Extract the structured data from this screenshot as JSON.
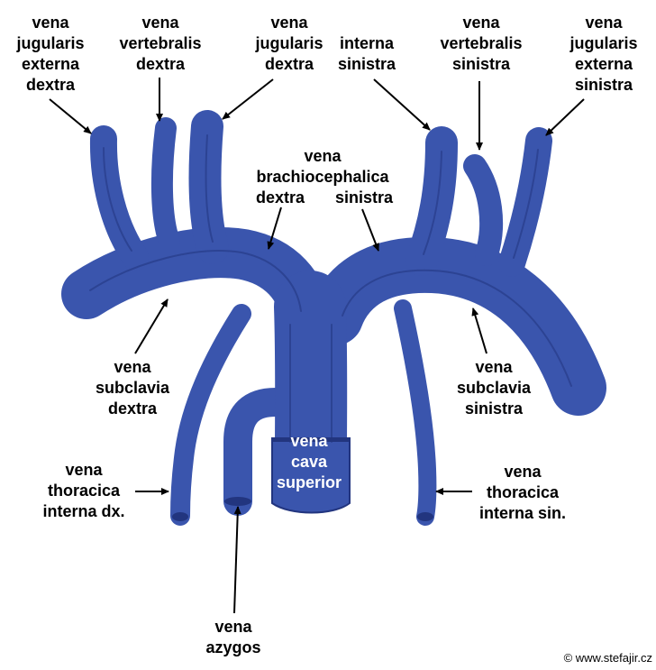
{
  "colors": {
    "vessel": "#3a55ad",
    "vessel_dark": "#22357f",
    "vessel_light": "#5570c4",
    "text": "#000000",
    "text_on_vessel": "#ffffff",
    "background": "#ffffff"
  },
  "labels": {
    "jug_ext_dx": [
      "vena",
      "jugularis",
      "externa",
      "dextra"
    ],
    "vert_dx": [
      "vena",
      "vertebralis",
      "dextra"
    ],
    "jug_int_dx": [
      "vena",
      "jugularis",
      "dextra"
    ],
    "jug_int_sin": [
      "interna",
      "sinistra"
    ],
    "vert_sin": [
      "vena",
      "vertebralis",
      "sinistra"
    ],
    "jug_ext_sin": [
      "vena",
      "jugularis",
      "externa",
      "sinistra"
    ],
    "brachio_top": [
      "vena",
      "brachiocephalica"
    ],
    "brachio_dx": "dextra",
    "brachio_sin": "sinistra",
    "subclavia_dx": [
      "vena",
      "subclavia",
      "dextra"
    ],
    "subclavia_sin": [
      "vena",
      "subclavia",
      "sinistra"
    ],
    "cava_sup": [
      "vena",
      "cava",
      "superior"
    ],
    "thor_int_dx": [
      "vena",
      "thoracica",
      "interna dx."
    ],
    "thor_int_sin": [
      "vena",
      "thoracica",
      "interna sin."
    ],
    "azygos": [
      "vena",
      "azygos"
    ]
  },
  "credit": "© www.stefajir.cz"
}
